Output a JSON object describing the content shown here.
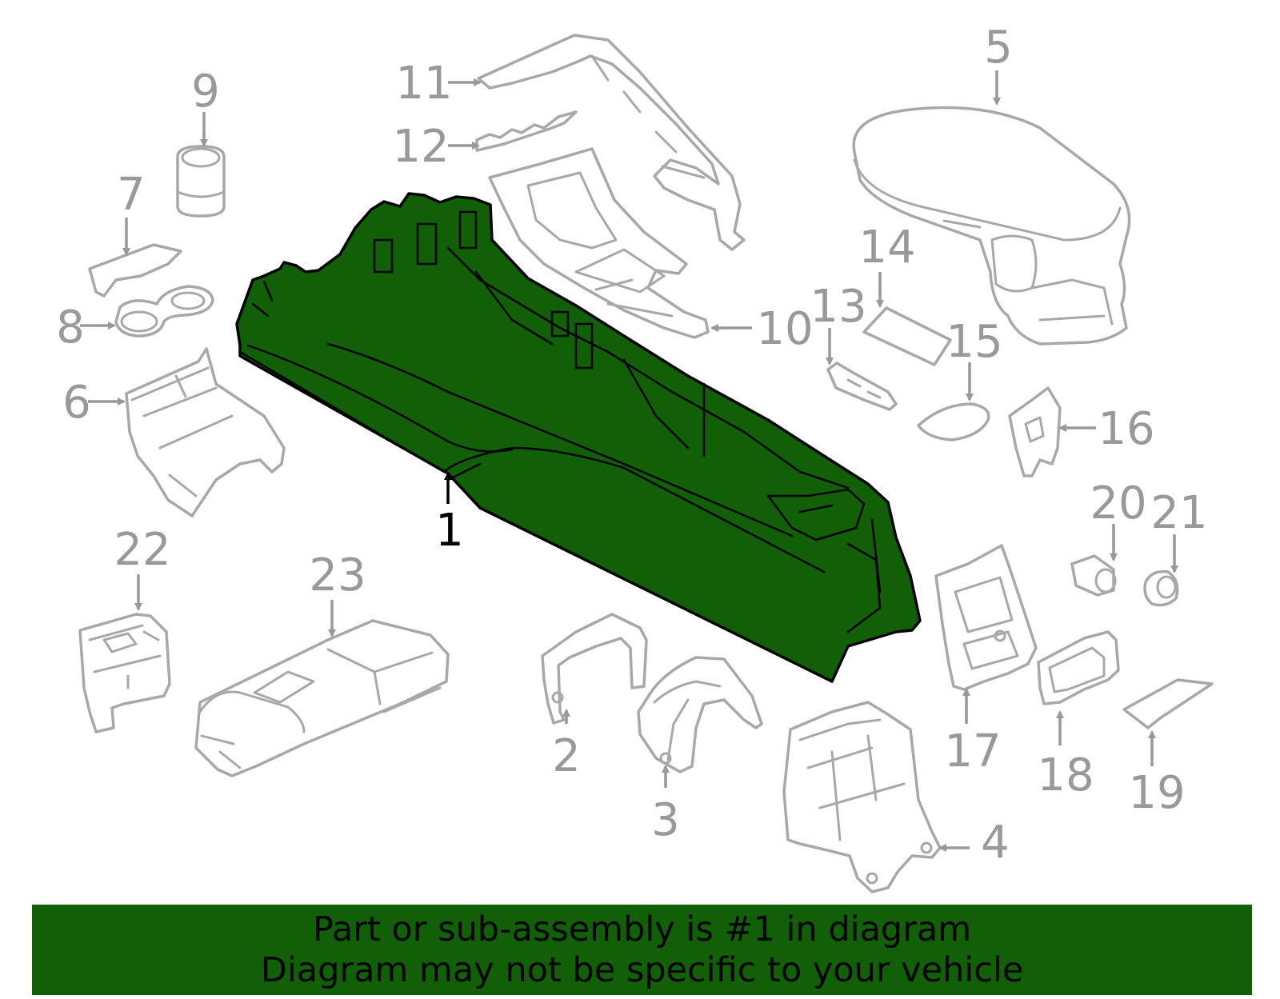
{
  "diagram": {
    "highlight_color": "#116007",
    "highlighted_part": "1",
    "parts": [
      {
        "id": "1",
        "label": "1"
      },
      {
        "id": "2",
        "label": "2"
      },
      {
        "id": "3",
        "label": "3"
      },
      {
        "id": "4",
        "label": "4"
      },
      {
        "id": "5",
        "label": "5"
      },
      {
        "id": "6",
        "label": "6"
      },
      {
        "id": "7",
        "label": "7"
      },
      {
        "id": "8",
        "label": "8"
      },
      {
        "id": "9",
        "label": "9"
      },
      {
        "id": "10",
        "label": "10"
      },
      {
        "id": "11",
        "label": "11"
      },
      {
        "id": "12",
        "label": "12"
      },
      {
        "id": "13",
        "label": "13"
      },
      {
        "id": "14",
        "label": "14"
      },
      {
        "id": "15",
        "label": "15"
      },
      {
        "id": "16",
        "label": "16"
      },
      {
        "id": "17",
        "label": "17"
      },
      {
        "id": "18",
        "label": "18"
      },
      {
        "id": "19",
        "label": "19"
      },
      {
        "id": "20",
        "label": "20"
      },
      {
        "id": "21",
        "label": "21"
      },
      {
        "id": "22",
        "label": "22"
      },
      {
        "id": "23",
        "label": "23"
      }
    ]
  },
  "banner": {
    "line1": "Part or sub-assembly is #1 in diagram",
    "line2": "Diagram may not be specific to your vehicle",
    "background": "#116007"
  }
}
